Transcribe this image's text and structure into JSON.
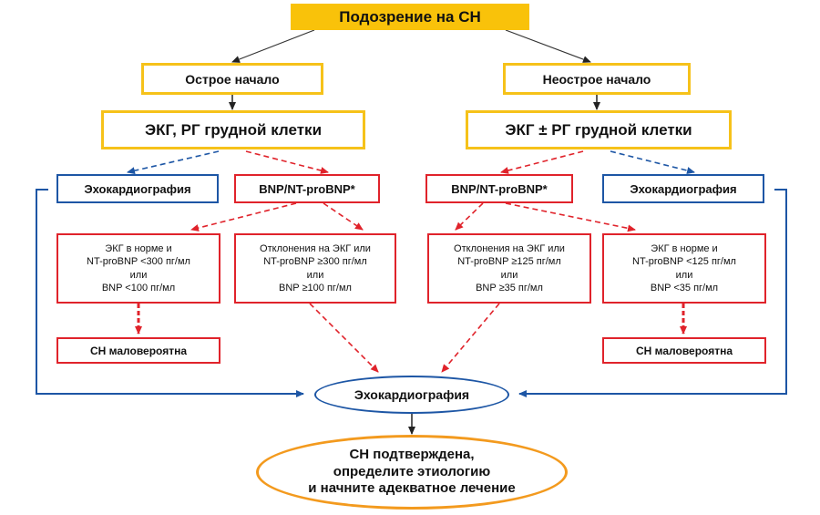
{
  "top": "Подозрение на СН",
  "left": {
    "onset": "Острое начало",
    "exam": "ЭКГ, РГ грудной клетки",
    "echo": "Эхокардиография",
    "bnp": "BNP/NT-proBNP*",
    "normal": [
      "ЭКГ в норме и",
      "NT-proBNP <300 пг/мл",
      "или",
      "BNP <100 пг/мл"
    ],
    "abnormal": [
      "Отклонения на ЭКГ или",
      "NT-proBNP ≥300 пг/мл",
      "или",
      "BNP ≥100 пг/мл"
    ],
    "unlikely": "СН маловероятна"
  },
  "right": {
    "onset": "Неострое начало",
    "exam": "ЭКГ ± РГ грудной клетки",
    "echo": "Эхокардиография",
    "bnp": "BNP/NT-proBNP*",
    "abnormal": [
      "Отклонения на ЭКГ или",
      "NT-proBNP ≥125 пг/мл",
      "или",
      "BNP ≥35 пг/мл"
    ],
    "normal": [
      "ЭКГ в норме и",
      "NT-proBNP <125 пг/мл",
      "или",
      "BNP <35 пг/мл"
    ],
    "unlikely": "СН маловероятна"
  },
  "center_echo": "Эхокардиография",
  "result": [
    "СН подтверждена,",
    "определите этиологию",
    "и начните адекватное лечение"
  ],
  "colors": {
    "yellow": "#f9c20a",
    "red": "#e0232b",
    "blue": "#1d56a5",
    "orange": "#f39a1e"
  }
}
